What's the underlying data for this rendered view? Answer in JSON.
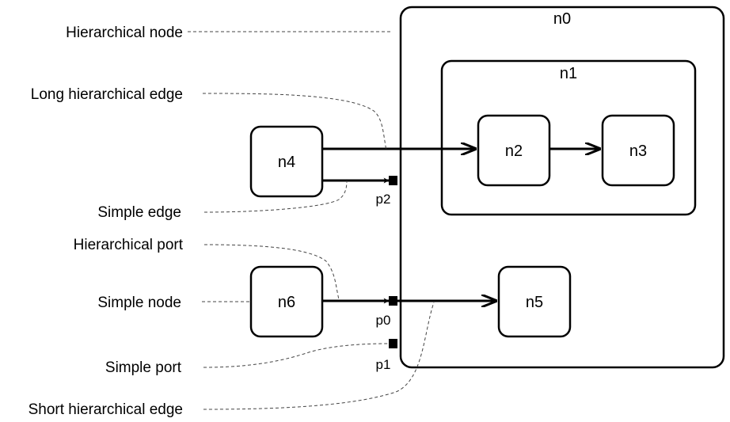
{
  "nodes": {
    "n0": "n0",
    "n1": "n1",
    "n2": "n2",
    "n3": "n3",
    "n4": "n4",
    "n5": "n5",
    "n6": "n6"
  },
  "ports": {
    "p0": "p0",
    "p1": "p1",
    "p2": "p2"
  },
  "annotations": {
    "hierarchical_node": "Hierarchical node",
    "long_hierarchical_edge": "Long hierarchical edge",
    "simple_edge": "Simple edge",
    "hierarchical_port": "Hierarchical port",
    "simple_node": "Simple node",
    "simple_port": "Simple port",
    "short_hierarchical_edge": "Short hierarchical edge"
  }
}
